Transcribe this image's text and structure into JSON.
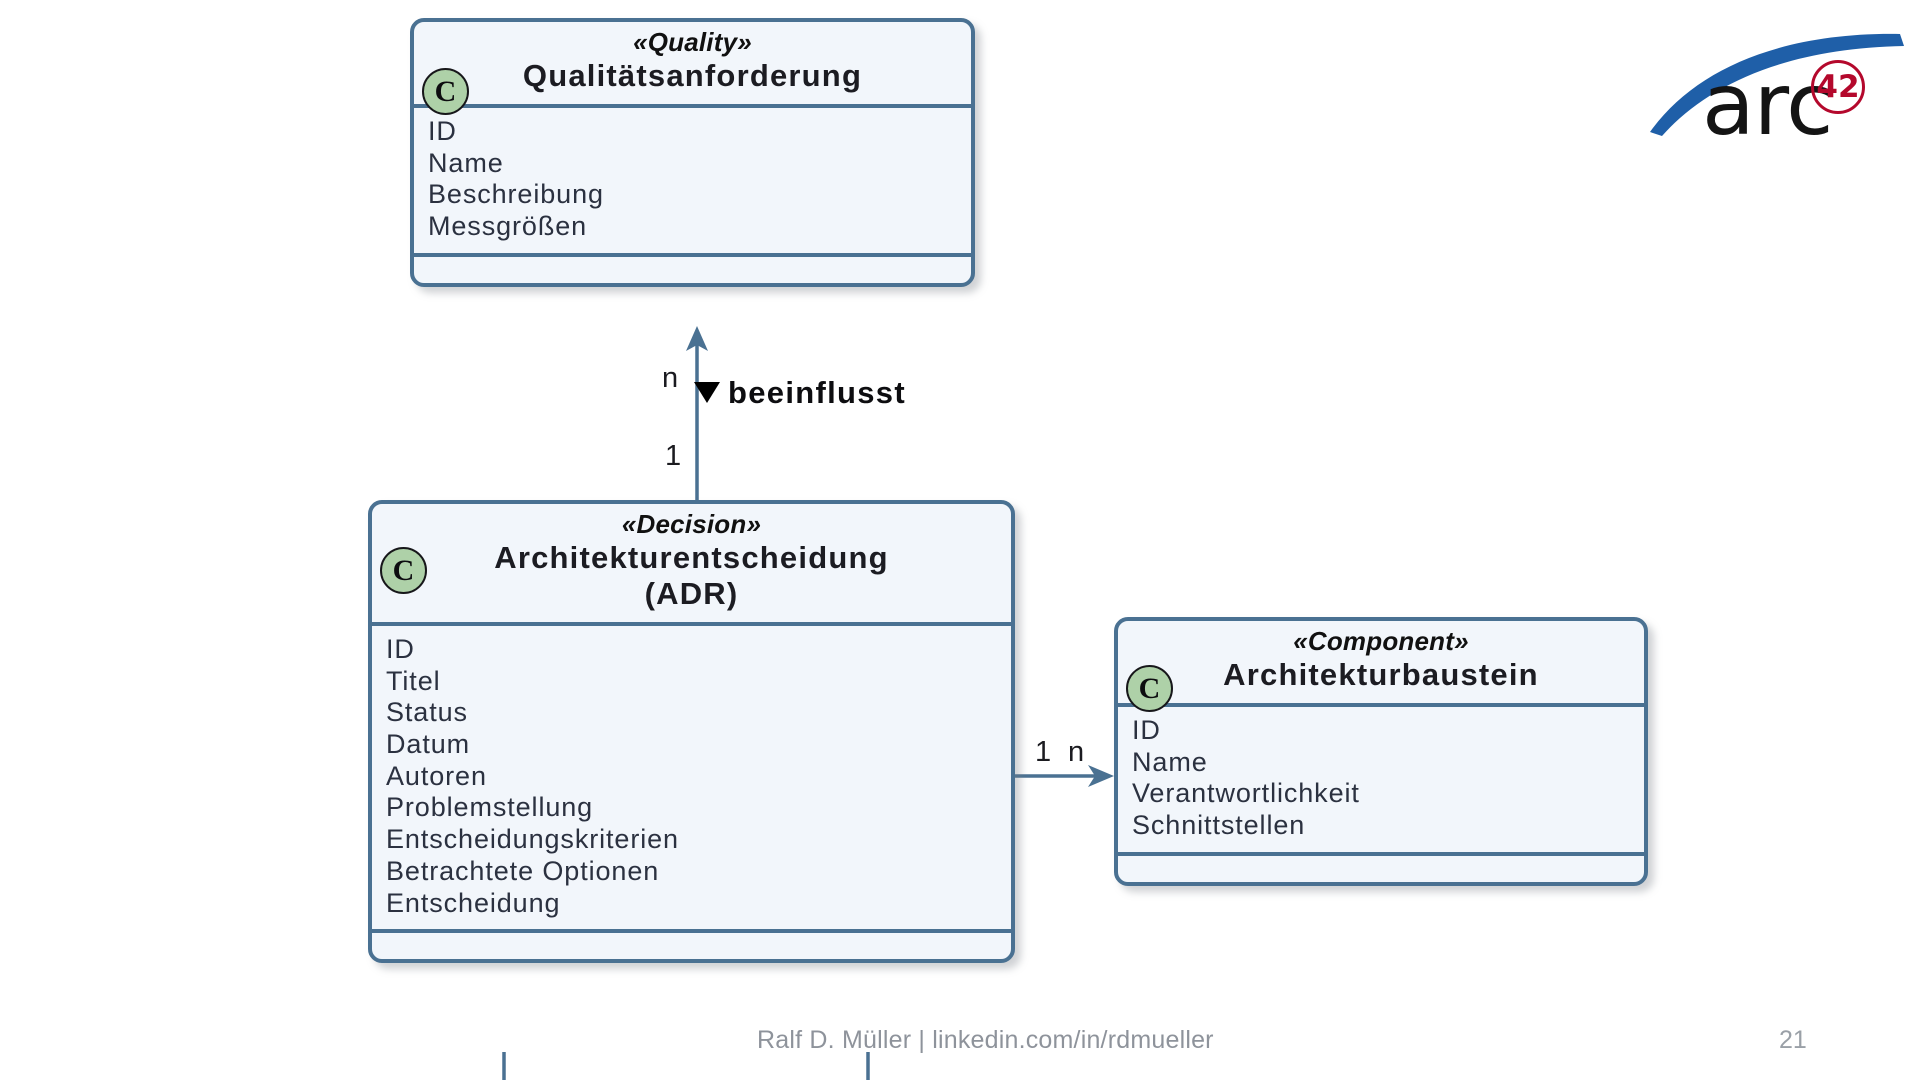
{
  "slide": {
    "page_number": "21",
    "footer": "Ralf D. Müller | linkedin.com/in/rdmueller"
  },
  "logo": {
    "word": "arc",
    "badge": "42",
    "arc_color": "#1f5fa8",
    "badge_color": "#b4082c",
    "word_color": "#141414"
  },
  "diagram": {
    "type": "uml-class-diagram",
    "classes": [
      {
        "id": "quality",
        "stereotype": "«Quality»",
        "name": "Qualitätsanforderung",
        "badge": "C",
        "attributes": [
          "ID",
          "Name",
          "Beschreibung",
          "Messgrößen"
        ],
        "operations": []
      },
      {
        "id": "adr",
        "stereotype": "«Decision»",
        "name": "Architekturentscheidung\n(ADR)",
        "badge": "C",
        "attributes": [
          "ID",
          "Titel",
          "Status",
          "Datum",
          "Autoren",
          "Problemstellung",
          "Entscheidungskriterien",
          "Betrachtete Optionen",
          "Entscheidung"
        ],
        "operations": []
      },
      {
        "id": "component",
        "stereotype": "«Component»",
        "name": "Architekturbaustein",
        "badge": "C",
        "attributes": [
          "ID",
          "Name",
          "Verantwortlichkeit",
          "Schnittstellen"
        ],
        "operations": []
      }
    ],
    "associations": [
      {
        "id": "adr-beeinflusst-quality",
        "source": "adr",
        "target": "quality",
        "label": "beeinflusst",
        "direction_marker": "▼",
        "source_multiplicity": "1",
        "target_multiplicity": "n"
      },
      {
        "id": "adr-to-component",
        "source": "adr",
        "target": "component",
        "label": "",
        "source_multiplicity": "1",
        "target_multiplicity": "n"
      }
    ],
    "colors": {
      "box_fill": "#f2f6fb",
      "box_border": "#4a7192",
      "badge_fill": "#aed1a8",
      "connector": "#4a7192",
      "text": "#2b3140"
    }
  }
}
